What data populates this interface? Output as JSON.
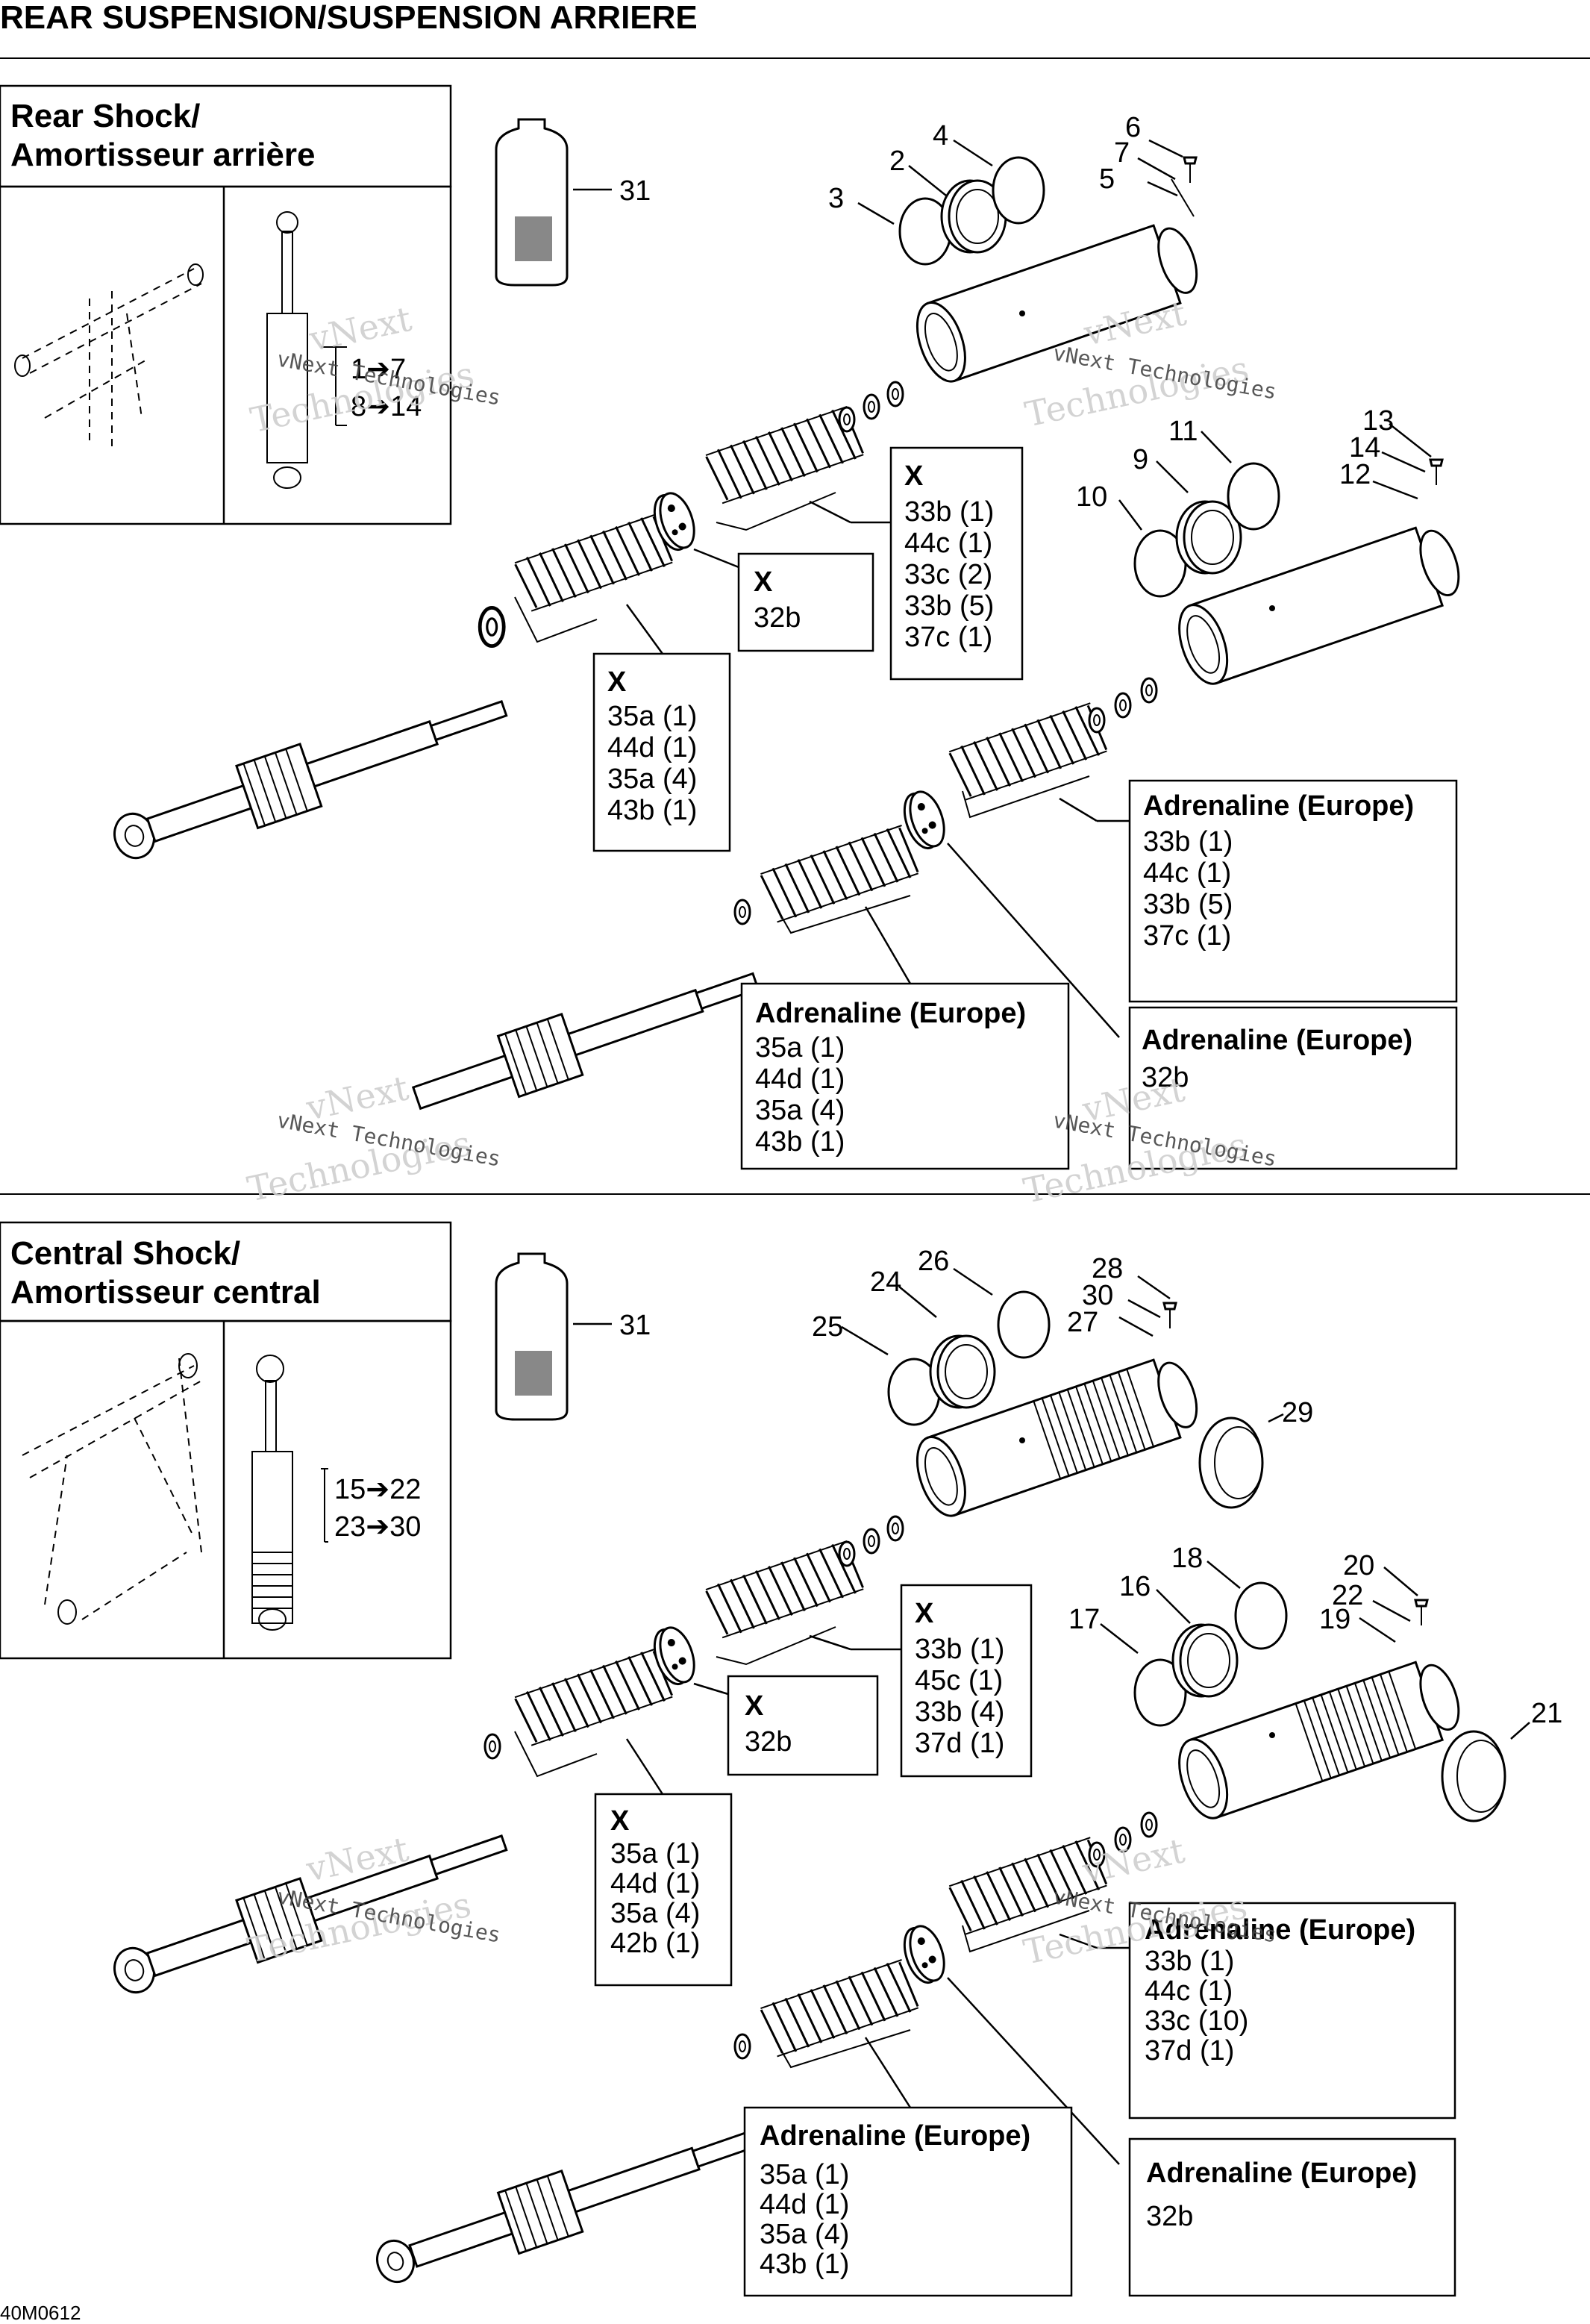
{
  "header": {
    "title": "REAR SUSPENSION/SUSPENSION ARRIERE"
  },
  "footer": {
    "code": "40M0612"
  },
  "watermark": {
    "line1": "vNext",
    "line2": "Technologies",
    "small": "vNext Technologies"
  },
  "sections": [
    {
      "title_line1": "Rear Shock/",
      "title_line2": "Amortisseur arrière",
      "inset_ranges": [
        "1➔7",
        "8➔14"
      ],
      "callouts": [
        "31",
        "2",
        "3",
        "4",
        "5",
        "6",
        "7",
        "9",
        "10",
        "11",
        "12",
        "13",
        "14"
      ],
      "boxes": [
        {
          "title": "X",
          "lines": [
            "33b (1)",
            "44c (1)",
            "33c (2)",
            "33b (5)",
            "37c (1)"
          ]
        },
        {
          "title": "X",
          "lines": [
            "32b"
          ]
        },
        {
          "title": "X",
          "lines": [
            "35a (1)",
            "44d (1)",
            "35a (4)",
            "43b (1)"
          ]
        },
        {
          "title": "Adrenaline (Europe)",
          "lines": [
            "33b (1)",
            "44c (1)",
            "33b (5)",
            "37c (1)"
          ]
        },
        {
          "title": "Adrenaline (Europe)",
          "lines": [
            "32b"
          ]
        },
        {
          "title": "Adrenaline (Europe)",
          "lines": [
            "35a (1)",
            "44d (1)",
            "35a (4)",
            "43b (1)"
          ]
        }
      ]
    },
    {
      "title_line1": "Central Shock/",
      "title_line2": "Amortisseur central",
      "inset_ranges": [
        "15➔22",
        "23➔30"
      ],
      "callouts": [
        "31",
        "24",
        "25",
        "26",
        "27",
        "28",
        "29",
        "30",
        "16",
        "17",
        "18",
        "19",
        "20",
        "21",
        "22"
      ],
      "boxes": [
        {
          "title": "X",
          "lines": [
            "33b (1)",
            "45c (1)",
            "33b (4)",
            "37d (1)"
          ]
        },
        {
          "title": "X",
          "lines": [
            "32b"
          ]
        },
        {
          "title": "X",
          "lines": [
            "35a (1)",
            "44d (1)",
            "35a (4)",
            "42b (1)"
          ]
        },
        {
          "title": "Adrenaline (Europe)",
          "lines": [
            "33b (1)",
            "44c (1)",
            "33c (10)",
            "37d (1)"
          ]
        },
        {
          "title": "Adrenaline (Europe)",
          "lines": [
            "32b"
          ]
        },
        {
          "title": "Adrenaline (Europe)",
          "lines": [
            "35a (1)",
            "44d (1)",
            "35a (4)",
            "43b (1)"
          ]
        }
      ]
    }
  ]
}
